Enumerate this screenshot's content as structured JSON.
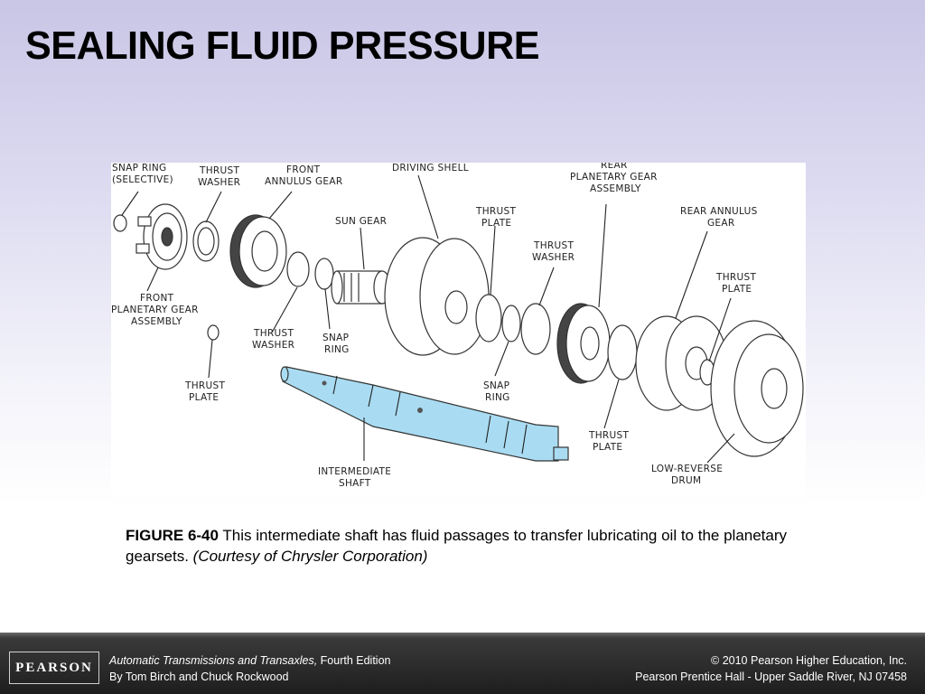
{
  "slide": {
    "title": "SEALING FLUID PRESSURE"
  },
  "figure": {
    "labels": {
      "snap_ring_selective_1": "SNAP RING",
      "snap_ring_selective_2": "(SELECTIVE)",
      "thrust_washer_top_1": "THRUST",
      "thrust_washer_top_2": "WASHER",
      "front_annulus_1": "FRONT",
      "front_annulus_2": "ANNULUS GEAR",
      "driving_shell": "DRIVING SHELL",
      "rear_planetary_1": "REAR",
      "rear_planetary_2": "PLANETARY GEAR",
      "rear_planetary_3": "ASSEMBLY",
      "rear_annulus_1": "REAR ANNULUS",
      "rear_annulus_2": "GEAR",
      "sun_gear": "SUN GEAR",
      "thrust_plate_mid_1": "THRUST",
      "thrust_plate_mid_2": "PLATE",
      "thrust_washer_right_1": "THRUST",
      "thrust_washer_right_2": "WASHER",
      "thrust_plate_far_1": "THRUST",
      "thrust_plate_far_2": "PLATE",
      "front_planetary_1": "FRONT",
      "front_planetary_2": "PLANETARY GEAR",
      "front_planetary_3": "ASSEMBLY",
      "thrust_washer_low_1": "THRUST",
      "thrust_washer_low_2": "WASHER",
      "snap_ring_low_1": "SNAP",
      "snap_ring_low_2": "RING",
      "thrust_plate_left_1": "THRUST",
      "thrust_plate_left_2": "PLATE",
      "snap_ring_right_1": "SNAP",
      "snap_ring_right_2": "RING",
      "thrust_plate_bottom_1": "THRUST",
      "thrust_plate_bottom_2": "PLATE",
      "intermediate_shaft_1": "INTERMEDIATE",
      "intermediate_shaft_2": "SHAFT",
      "low_reverse_1": "LOW-REVERSE",
      "low_reverse_2": "DRUM"
    },
    "shaft_color": "#a9dcf2"
  },
  "caption": {
    "figure_number": "FIGURE 6-40",
    "text": " This intermediate shaft has fluid passages to transfer lubricating oil to the planetary gearsets. ",
    "credit": "(Courtesy of Chrysler Corporation)"
  },
  "footer": {
    "logo": "PEARSON",
    "book_title": "Automatic Transmissions and Transaxles,",
    "edition": " Fourth Edition",
    "authors": "By Tom Birch and Chuck Rockwood",
    "copyright": "© 2010 Pearson Higher Education, Inc.",
    "publisher": "Pearson Prentice Hall - Upper Saddle River, NJ 07458"
  }
}
